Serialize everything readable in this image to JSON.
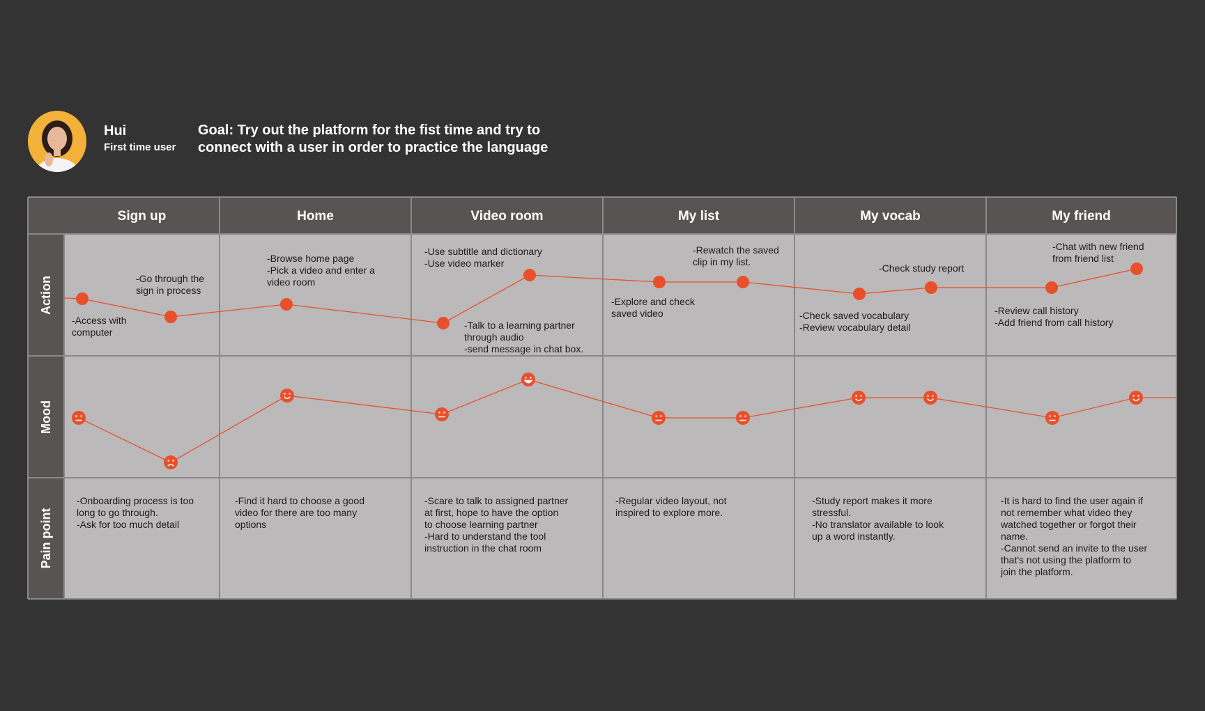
{
  "persona": {
    "name": "Hui",
    "role": "First time user",
    "goal": "Goal: Try out the platform for the fist time and try to connect with a user in order to practice the language"
  },
  "row_labels": {
    "action": "Action",
    "mood": "Mood",
    "pain": "Pain point"
  },
  "stages": [
    {
      "label": "Sign up",
      "actions": [
        "-Access with\ncomputer",
        "-Go through the\nsign in process"
      ],
      "moods": [
        "neutral",
        "sad"
      ],
      "pain": "-Onboarding process is too\nlong to go through.\n-Ask for too much detail"
    },
    {
      "label": "Home",
      "actions": [
        "-Browse home page\n-Pick a video and enter a\nvideo room"
      ],
      "moods": [
        "happy"
      ],
      "pain": "-Find it hard to choose a good\nvideo for there are too many\noptions"
    },
    {
      "label": "Video room",
      "actions": [
        "-Talk to a learning partner\nthrough audio\n-send message in chat box.",
        "-Use subtitle and dictionary\n-Use video marker"
      ],
      "moods": [
        "neutral-smile",
        "very-happy"
      ],
      "pain": "-Scare to talk to assigned partner\nat first, hope to have the option\nto choose learning partner\n-Hard to understand the tool\ninstruction in the chat room"
    },
    {
      "label": "My list",
      "actions": [
        "-Explore and check\nsaved video",
        "-Rewatch the saved\nclip in my list."
      ],
      "moods": [
        "neutral",
        "neutral"
      ],
      "pain": "-Regular video layout, not\ninspired to explore more."
    },
    {
      "label": "My vocab",
      "actions": [
        "-Check saved vocabulary\n-Review vocabulary detail",
        "-Check study report"
      ],
      "moods": [
        "happy",
        "happy"
      ],
      "pain": "-Study report makes it more\nstressful.\n-No translator available to look\nup a word instantly."
    },
    {
      "label": "My friend",
      "actions": [
        "-Review call history\n-Add friend from call history",
        "-Chat with new friend\nfrom friend list"
      ],
      "moods": [
        "neutral",
        "happy"
      ],
      "pain": "-It is hard to find the user again if\nnot remember what video they\nwatched together or forgot their\nname.\n-Cannot send an invite to the user\nthat's not using the platform to\njoin the platform."
    }
  ],
  "colors": {
    "background": "#333333",
    "header": "#585453",
    "cell": "#bbb9ba",
    "grid": "#8a8889",
    "accent": "#e8502b"
  }
}
